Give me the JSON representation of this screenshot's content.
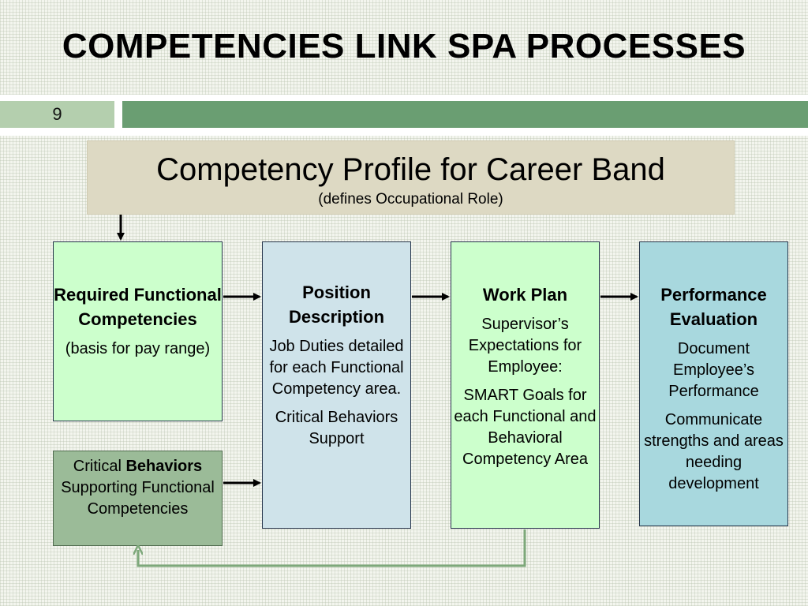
{
  "title": "COMPETENCIES LINK SPA PROCESSES",
  "slide_number": "9",
  "profile": {
    "title": "Competency Profile for Career Band",
    "subtitle": "(defines Occupational Role)"
  },
  "required_functional": {
    "heading": "Required Functional Competencies",
    "note": "(basis for pay range)"
  },
  "critical_behaviors": {
    "prefix": "Critical ",
    "bold": "Behaviors",
    "rest": "Supporting Functional Competencies"
  },
  "position_description": {
    "heading": "Position Description",
    "line1": "Job Duties detailed for each Functional Competency area.",
    "line2": "Critical Behaviors Support"
  },
  "work_plan": {
    "heading": "Work Plan",
    "line1": "Supervisor’s Expectations for Employee:",
    "line2": "SMART Goals for each Functional and Behavioral Competency Area"
  },
  "performance_evaluation": {
    "heading": "Performance Evaluation",
    "line1": "Document Employee’s Performance",
    "line2": "Communicate strengths and areas needing development"
  },
  "colors": {
    "accent_green": "#6a9e72",
    "feedback_arrow": "#7da87a"
  }
}
